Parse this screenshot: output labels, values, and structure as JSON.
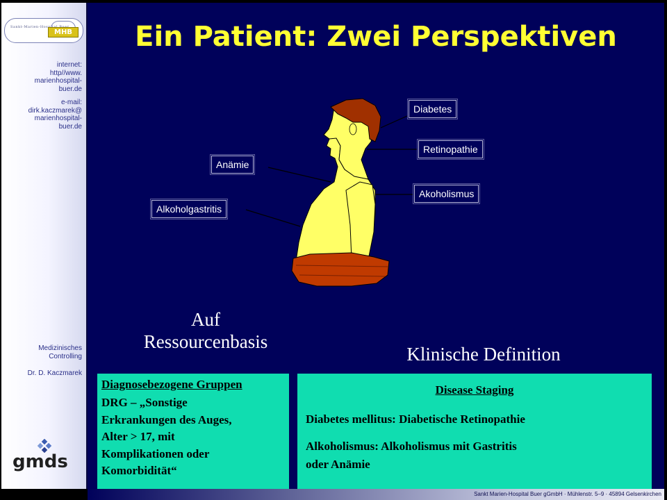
{
  "title": "Ein Patient: Zwei Perspektiven",
  "sidebar": {
    "logo_text": "Sankt-Marien-Hospital Buer",
    "logo_badge": "MHB",
    "internet": [
      "internet:",
      "http//www.",
      "marienhospital-",
      "buer.de"
    ],
    "email": [
      "e-mail:",
      "dirk.kaczmarek@",
      "marienhospital-",
      "buer.de"
    ],
    "dept": [
      "Medizinisches",
      "Controlling"
    ],
    "author": "Dr. D. Kaczmarek",
    "gmds": "gmds"
  },
  "labels": {
    "diabetes": "Diabetes",
    "retinopathie": "Retinopathie",
    "anaemie": "Anämie",
    "akoholismus": "Akoholismus",
    "alkoholgastritis": "Alkoholgastritis"
  },
  "left_section": {
    "heading_line1": "Auf",
    "heading_line2": "Ressourcenbasis",
    "panel_title": "Diagnosebezogene Gruppen",
    "panel_lines": [
      "DRG – „Sonstige",
      "Erkrankungen des Auges,",
      "Alter > 17, mit",
      "Komplikationen oder",
      "Komorbidität“"
    ]
  },
  "right_section": {
    "heading": "Klinische Definition",
    "panel_title": "Disease Staging",
    "line1": "Diabetes mellitus:  Diabetische Retinopathie",
    "line2a": "Alkoholismus:  Alkoholismus mit Gastritis",
    "line2b": "oder Anämie"
  },
  "footer": "Sankt Marien-Hospital Buer gGmbH · Mühlenstr. 5–9 · 45894 Gelsenkirchen",
  "colors": {
    "background": "#00015a",
    "title": "#ffff33",
    "panel": "#10ddb0",
    "figure_body": "#ffff66",
    "figure_hair": "#a03000"
  }
}
